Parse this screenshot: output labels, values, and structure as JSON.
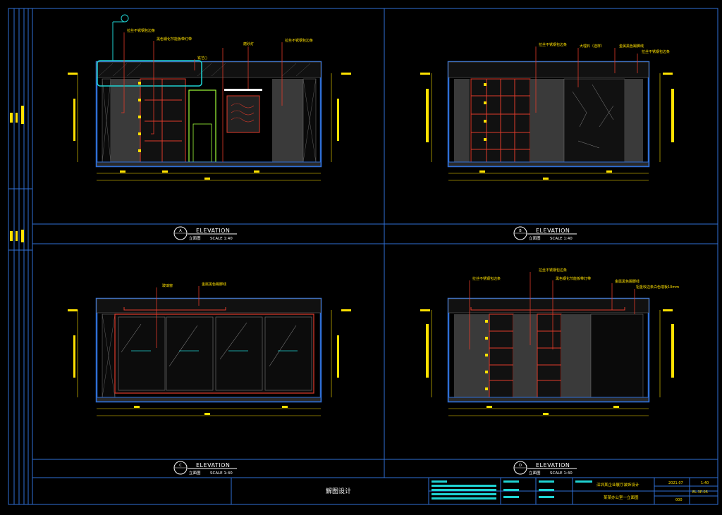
{
  "drawing": {
    "views": [
      {
        "id": "A",
        "title": "ELEVATION",
        "subtitle": "立面图",
        "scale": "SCALE 1:40"
      },
      {
        "id": "B",
        "title": "ELEVATION",
        "subtitle": "立面图",
        "scale": "SCALE 1:40"
      },
      {
        "id": "C",
        "title": "ELEVATION",
        "subtitle": "立面图",
        "scale": "SCALE 1:40"
      },
      {
        "id": "D",
        "title": "ELEVATION",
        "subtitle": "立面图",
        "scale": "SCALE 1:40"
      }
    ],
    "annotations": {
      "a_1": "拉丝不锈钢包边条",
      "a_2": "黑色钢化节能板带灯带",
      "a_3": "磨砂灯",
      "a_4": "铁艺()",
      "a_5": "拉丝不锈钢包边条",
      "b_1": "拉丝不锈钢包边条",
      "b_2": "大理石（选样）",
      "b_3": "金属黑色踢脚线",
      "b_4": "拉丝不锈钢包边条",
      "c_1": "玻璃窗",
      "c_2": "金属黑色踢脚线",
      "d_1": "拉丝不锈钢包边条",
      "d_2": "拉丝不锈钢包边条",
      "d_3": "黑色钢化节能板带灯带",
      "d_4": "金属黑色踢脚线",
      "d_5": "铝金收边条白色墙板10mm"
    }
  },
  "title_block": {
    "label": "解图设计",
    "project": "深圳某企业展厅装饰设计",
    "sheet": "某某办公室一立面图",
    "date": "2021.07",
    "scale": "1:40",
    "drawing_no": "EL-3P-05",
    "page": "000"
  },
  "colors": {
    "background": "#000000",
    "frame": "#2f6fd6",
    "annotation": "#ffe100",
    "leader": "#e03a2a",
    "highlight": "#1fd3d3",
    "wall": "#3a3a3a",
    "green": "#a0ff3a"
  }
}
